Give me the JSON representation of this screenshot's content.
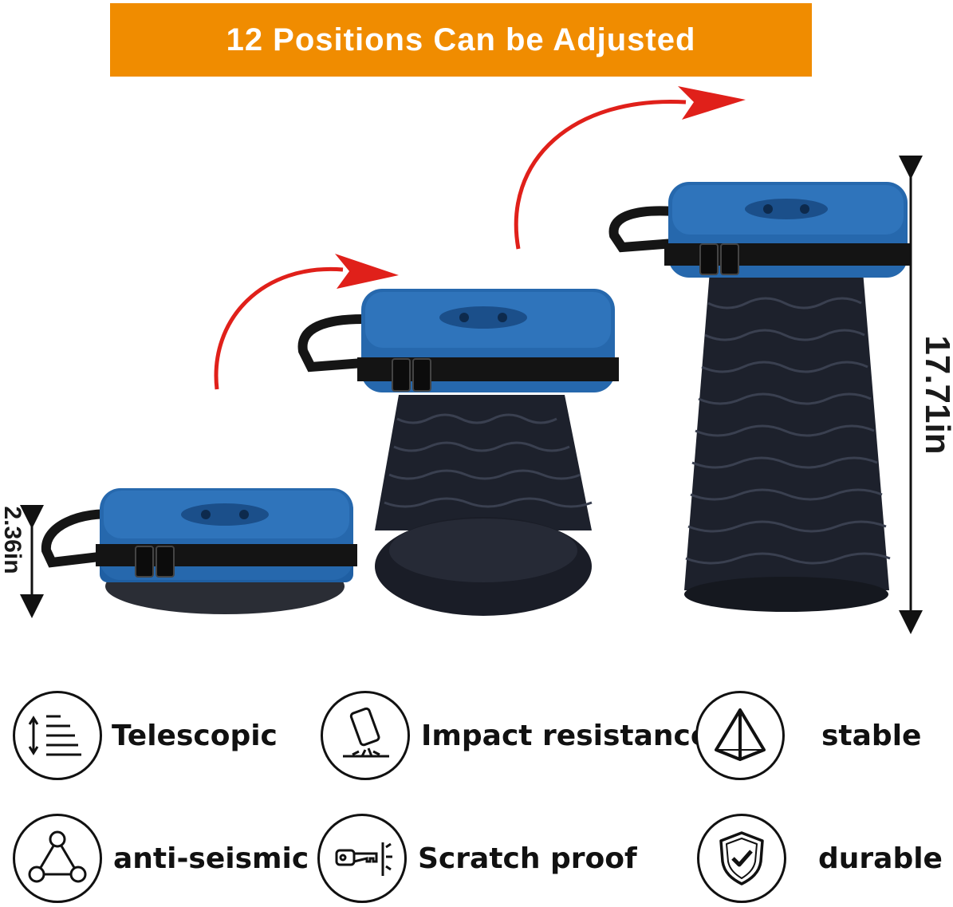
{
  "banner": {
    "text": "12 Positions Can be Adjusted",
    "color": "#f08c00"
  },
  "dimensions": {
    "min_height": "2.36in",
    "max_height": "17.71in"
  },
  "colors": {
    "seat": "#1f5fa3",
    "body": "#1c1f2a",
    "strap": "#151515",
    "arrow": "#e0201a"
  },
  "features": [
    {
      "label": "Telescopic",
      "icon": "telescopic-icon"
    },
    {
      "label": "Impact resistance",
      "icon": "impact-icon"
    },
    {
      "label": "stable",
      "icon": "pyramid-icon"
    },
    {
      "label": "anti-seismic",
      "icon": "triangle-nodes-icon"
    },
    {
      "label": "Scratch proof",
      "icon": "key-scratch-icon"
    },
    {
      "label": "durable",
      "icon": "shield-check-icon"
    }
  ]
}
